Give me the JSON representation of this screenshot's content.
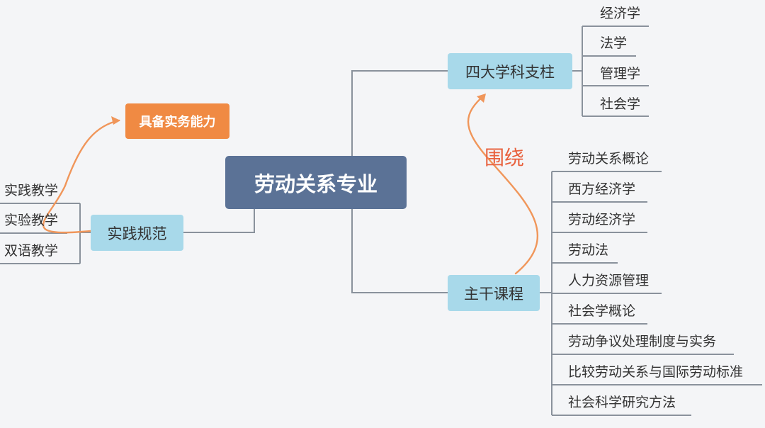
{
  "colors": {
    "central": "#5b7296",
    "branch": "#a8d9ea",
    "highlight": "#f08a43",
    "arrow": "#f0965a",
    "annotation": "#e8603c",
    "line": "#8a929c"
  },
  "central": {
    "label": "劳动关系专业"
  },
  "branches": {
    "four_pillars": {
      "label": "四大学科支柱",
      "items": [
        "经济学",
        "法学",
        "管理学",
        "社会学"
      ]
    },
    "core_courses": {
      "label": "主干课程",
      "items": [
        "劳动关系概论",
        "西方经济学",
        "劳动经济学",
        "劳动法",
        "人力资源管理",
        "社会学概论",
        "劳动争议处理制度与实务",
        "比较劳动关系与国际劳动标准",
        "社会科学研究方法"
      ]
    },
    "practice": {
      "label": "实践规范",
      "items": [
        "实践教学",
        "实验教学",
        "双语教学"
      ]
    }
  },
  "highlight": {
    "label": "具备实务能力"
  },
  "annotation": {
    "label": "围绕"
  }
}
